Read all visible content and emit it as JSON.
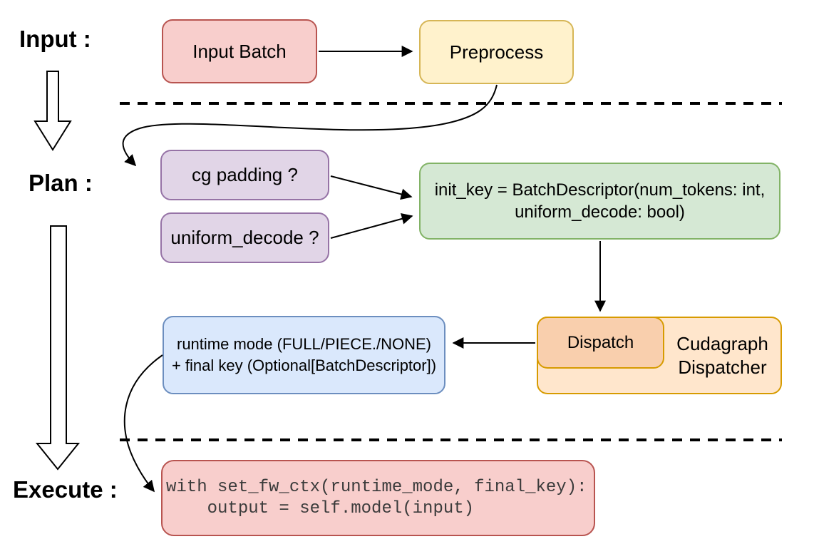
{
  "stage_labels": {
    "input": "Input :",
    "plan": "Plan :",
    "execute": "Execute :"
  },
  "nodes": {
    "input_batch": {
      "label": "Input Batch"
    },
    "preprocess": {
      "label": "Preprocess"
    },
    "cg_padding": {
      "label": "cg padding ?"
    },
    "uniform_decode": {
      "label": "uniform_decode ?"
    },
    "init_key": {
      "line1": "init_key = BatchDescriptor(num_tokens: int,",
      "line2": "uniform_decode: bool)"
    },
    "cudagraph_dispatcher": {
      "line1": "Cudagraph",
      "line2": "Dispatcher"
    },
    "dispatch": {
      "label": "Dispatch"
    },
    "runtime_result": {
      "line1": "runtime mode (FULL/PIECE./NONE)",
      "line2": "+ final key (Optional[BatchDescriptor])"
    },
    "execute_code": {
      "line1": "with set_fw_ctx(runtime_mode, final_key):",
      "line2": "    output = self.model(input)"
    }
  },
  "colors": {
    "red_fill": "#f8cecc",
    "red_stroke": "#b85450",
    "yellow_fill": "#fff2cc",
    "yellow_stroke": "#d6b656",
    "purple_fill": "#e1d5e7",
    "purple_stroke": "#9673a6",
    "green_fill": "#d5e8d4",
    "green_stroke": "#82b366",
    "orange_fill": "#ffe6cc",
    "orange_inner_fill": "#f9cfad",
    "orange_stroke": "#d79b00",
    "blue_fill": "#dae8fc",
    "blue_stroke": "#6c8ebf",
    "edge_color": "#000000",
    "code_text_color": "#3b3b3b"
  }
}
